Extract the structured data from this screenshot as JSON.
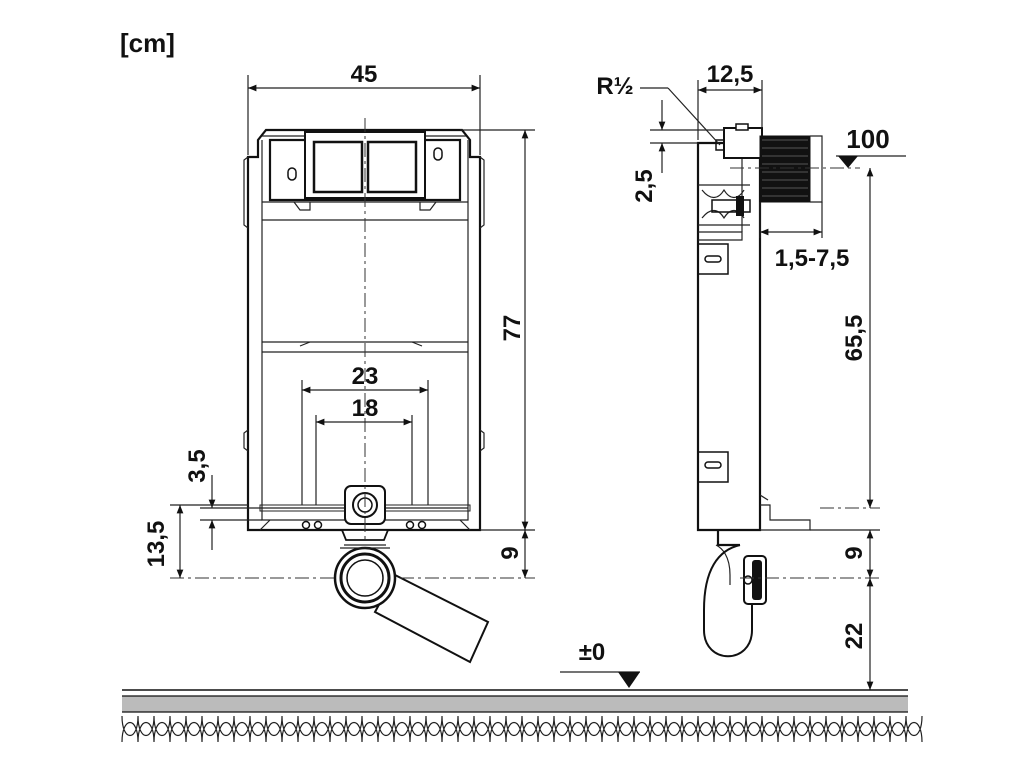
{
  "unit": "[cm]",
  "front_view": {
    "width": "45",
    "height": "77",
    "outer_spacing": "23",
    "inner_spacing": "18",
    "offset_small": "3,5",
    "offset_left": "13,5",
    "offset_drain": "9"
  },
  "side_view": {
    "depth": "12,5",
    "thread": "R½",
    "top_offset": "2,5",
    "pipe_diameter": "100",
    "wall_adjust": "1,5-7,5",
    "pipe_height": "65,5",
    "drain_offset": "9",
    "floor_to_drain": "22"
  },
  "floor": {
    "level": "±0"
  }
}
